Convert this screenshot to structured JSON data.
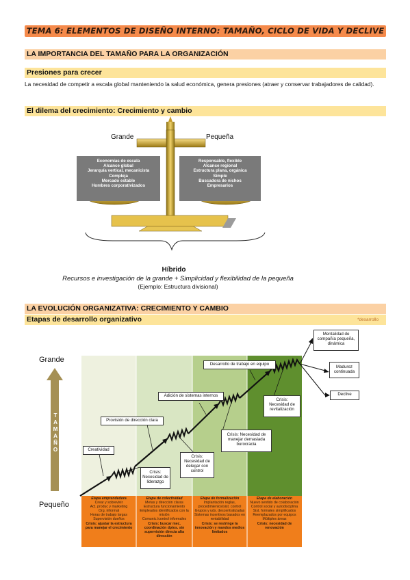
{
  "banner": "TEMA 6: ELEMENTOS DE DISEÑO INTERNO: TAMAÑO, CICLO DE VIDA Y DECLIVE",
  "section1": {
    "title": "LA IMPORTANCIA DEL TAMAÑO PARA LA ORGANIZACIÓN",
    "sub1": "Presiones para crecer",
    "para": "La necesidad de competir a escala global manteniendo la salud económica, genera presiones (atraer y conservar trabajadores de calidad).",
    "sub2": "El dilema del crecimiento: Crecimiento y cambio"
  },
  "scale": {
    "left_label": "Grande",
    "right_label": "Pequeña",
    "left_items": [
      "Economías de escala",
      "Alcance global",
      "Jerarquía vertical, mecanicista",
      "Compleja",
      "Mercado estable",
      "Hombres corporativizados"
    ],
    "right_items": [
      "Responsable, flexible",
      "Alcance regional",
      "Estructura plana, orgánica",
      "Simple",
      "Buscadora de nichos",
      "Empresarios"
    ],
    "hybrid_title": "Híbrido",
    "hybrid_text": "Recursos e investigación de la grande + Simplicidad y flexibilidad de la pequeña",
    "hybrid_example": "(Ejemplo: Estructura divisional)"
  },
  "section2": {
    "title": "LA EVOLUCIÓN ORGANIZATIVA: CRECIMIENTO Y CAMBIO",
    "sub": "Etapas de desarrollo organizativo",
    "note": "*desarrollo"
  },
  "diagram": {
    "y_top": "Grande",
    "y_bottom": "Pequeño",
    "axis_label": "T A M A Ñ O",
    "boxes": {
      "creatividad": "Creatividad",
      "provision": "Provisión de dirección clara",
      "adicion": "Adición de sistemas internos",
      "desarrollo": "Desarrollo de trabajo en equipo",
      "crisis1": "Crisis: Necesidad de liderazgo",
      "crisis2": "Crisis: Necesidad de delegar con control",
      "crisis3": "Crisis: Necesidad de manejar demasiada burocracia",
      "crisis4": "Crisis: Necesidad de revitalización",
      "mentalidad": "Mentalidad de compañía pequeña, dinámica",
      "madurez": "Madurez continuada",
      "declive": "Declive"
    },
    "stages": [
      {
        "title": "Etapa emprendedora",
        "lines": [
          "Crear y sobrevivir",
          "Act. produc y marketing",
          "Org. informal",
          "Horas de trabajo largas",
          "Supervisión dueños"
        ],
        "crisis": "Crisis: ajustar la estructura para manejar el crecimiento"
      },
      {
        "title": "Etapa de colectividad",
        "lines": [
          "Metas y dirección claras",
          "Estructura funcionamiento",
          "Empleados identificados con la misión",
          "Comunic./control informales"
        ],
        "crisis": "Crisis: buscar mec. coordinación dptos. sin supervisión directa alta dirección"
      },
      {
        "title": "Etapa de formalización",
        "lines": [
          "Implantación reglas, procedimientos/sist. control",
          "Grupos y uds. descentralizadas",
          "Sistemas incentivos basados en rentabilidad"
        ],
        "crisis": "Crisis: se restringe la innovación y mandos medios limitados"
      },
      {
        "title": "Etapa de elaboración",
        "lines": [
          "Nuevo sentido de colaboración",
          "Control social y autodisciplina",
          "Sist. formales simplificados",
          "Reemplazados por equipos",
          "Múltiples áreas"
        ],
        "crisis": "Crisis: necesidad de renovación"
      }
    ],
    "colors": {
      "stage1": "#eef1df",
      "stage2": "#d9e6c3",
      "stage3": "#b6cf8c",
      "stage4": "#5f8f2e",
      "orange": "#f07e1b",
      "arrow": "#a59055"
    }
  }
}
